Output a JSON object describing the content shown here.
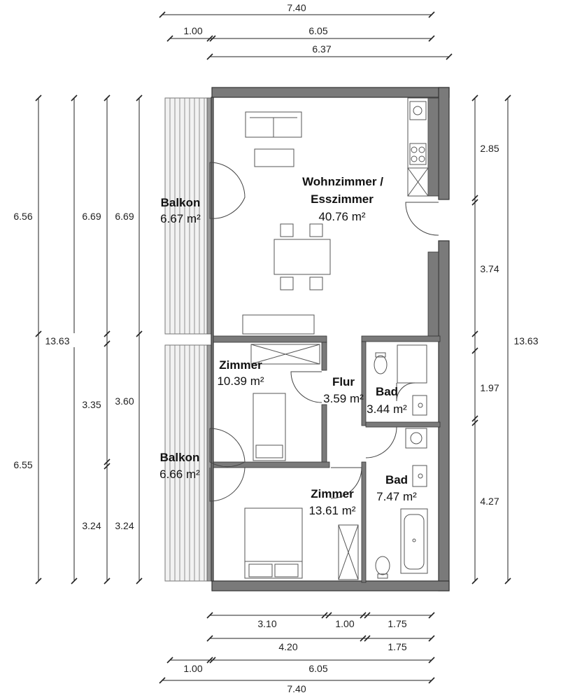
{
  "dimensions": {
    "top": [
      "7.40",
      "1.00",
      "6.05",
      "6.37"
    ],
    "bottom": [
      "3.10",
      "1.00",
      "1.75",
      "4.20",
      "1.75",
      "1.00",
      "6.05",
      "7.40"
    ],
    "left": [
      "6.56",
      "6.55",
      "13.63",
      "6.69",
      "3.35",
      "3.24",
      "6.69",
      "3.60",
      "3.24"
    ],
    "right": [
      "2.85",
      "3.74",
      "1.97",
      "4.27",
      "13.63"
    ]
  },
  "rooms": {
    "balkon_top": {
      "name": "Balkon",
      "area": "6.67 m²"
    },
    "wohnzimmer": {
      "name1": "Wohnzimmer /",
      "name2": "Esszimmer",
      "area": "40.76 m²"
    },
    "zimmer_1": {
      "name": "Zimmer",
      "area": "10.39 m²"
    },
    "flur": {
      "name": "Flur",
      "area": "3.59 m²"
    },
    "bad_1": {
      "name": "Bad",
      "area": "3.44 m²"
    },
    "balkon_bottom": {
      "name": "Balkon",
      "area": "6.66 m²"
    },
    "zimmer_2": {
      "name": "Zimmer",
      "area": "13.61 m²"
    },
    "bad_2": {
      "name": "Bad",
      "area": "7.47 m²"
    }
  },
  "colors": {
    "wall": "#7a7a7a",
    "line": "#222222"
  }
}
